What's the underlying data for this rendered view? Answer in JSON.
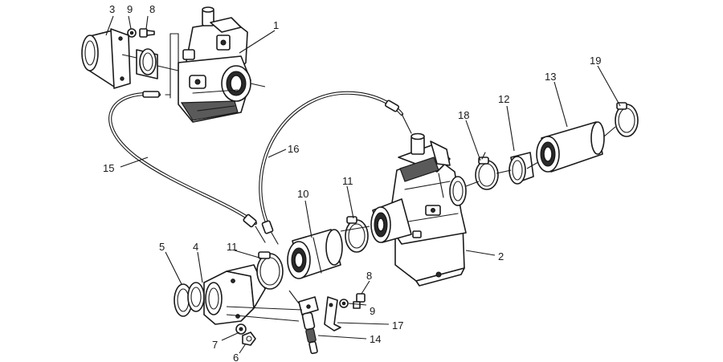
{
  "callouts": [
    {
      "id": "c1",
      "text": "1"
    },
    {
      "id": "c2",
      "text": "2"
    },
    {
      "id": "c3",
      "text": "3"
    },
    {
      "id": "c4",
      "text": "4"
    },
    {
      "id": "c5",
      "text": "5"
    },
    {
      "id": "c6",
      "text": "6"
    },
    {
      "id": "c7",
      "text": "7"
    },
    {
      "id": "c8a",
      "text": "8"
    },
    {
      "id": "c8b",
      "text": "8"
    },
    {
      "id": "c9a",
      "text": "9"
    },
    {
      "id": "c9b",
      "text": "9"
    },
    {
      "id": "c10",
      "text": "10"
    },
    {
      "id": "c11a",
      "text": "11"
    },
    {
      "id": "c11b",
      "text": "11"
    },
    {
      "id": "c12",
      "text": "12"
    },
    {
      "id": "c13",
      "text": "13"
    },
    {
      "id": "c14",
      "text": "14"
    },
    {
      "id": "c15",
      "text": "15"
    },
    {
      "id": "c16",
      "text": "16"
    },
    {
      "id": "c17",
      "text": "17"
    },
    {
      "id": "c18",
      "text": "18"
    },
    {
      "id": "c19",
      "text": "19"
    }
  ]
}
